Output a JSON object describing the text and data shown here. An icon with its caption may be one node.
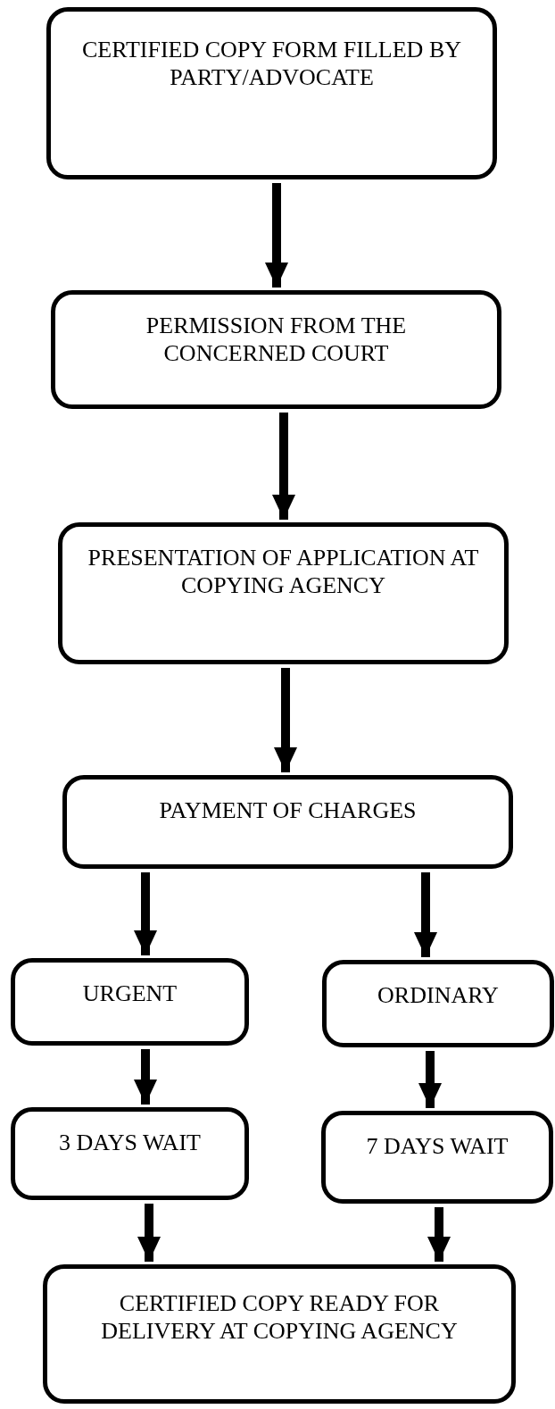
{
  "diagram": {
    "nodes": [
      {
        "text": [
          "CERTIFIED COPY FORM FILLED BY PARTY/ADVOCATE"
        ]
      },
      {
        "text": [
          "PERMISSION FROM THE CONCERNED COURT"
        ]
      },
      {
        "text": [
          "PRESENTATION OF APPLICATION AT COPYING AGENCY"
        ]
      },
      {
        "text": [
          "PAYMENT OF CHARGES"
        ]
      },
      {
        "text": [
          "URGENT"
        ]
      },
      {
        "text": [
          "ORDINARY"
        ]
      },
      {
        "text": [
          "3 DAYS WAIT"
        ]
      },
      {
        "text": [
          "7 DAYS WAIT"
        ]
      },
      {
        "text": [
          "CERTIFIED COPY READY FOR DELIVERY AT COPYING AGENCY"
        ]
      }
    ],
    "edges": [
      {
        "from": 0,
        "to": 1,
        "arrow": "to"
      },
      {
        "from": 1,
        "to": 2,
        "arrow": "to"
      },
      {
        "from": 2,
        "to": 3,
        "arrow": "to"
      },
      {
        "from": 3,
        "to": 4,
        "arrow": "to"
      },
      {
        "from": 3,
        "to": 5,
        "arrow": "to"
      },
      {
        "from": 4,
        "to": 6,
        "arrow": "to"
      },
      {
        "from": 5,
        "to": 7,
        "arrow": "to"
      },
      {
        "from": 6,
        "to": 8,
        "arrow": "to"
      },
      {
        "from": 7,
        "to": 8,
        "arrow": "to"
      }
    ]
  }
}
